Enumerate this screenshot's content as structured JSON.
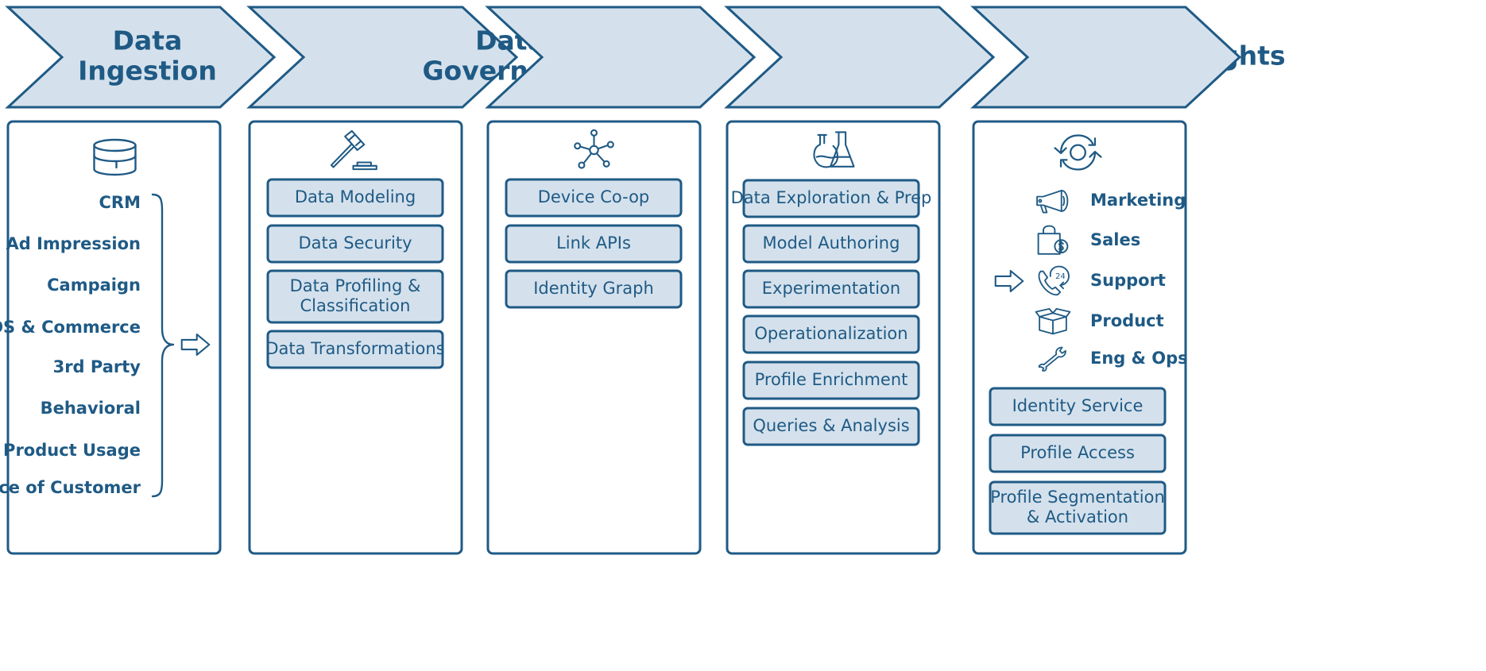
{
  "stages": [
    {
      "id": "ingestion",
      "title_lines": [
        "Data",
        "Ingestion"
      ],
      "icon": "database-icon",
      "sources": [
        "CRM",
        "Ad Impression",
        "Campaign",
        "POS & Commerce",
        "3rd Party",
        "Behavioral",
        "Product Usage",
        "Voice of Customer"
      ]
    },
    {
      "id": "governance",
      "title_lines": [
        "Data",
        "Governance"
      ],
      "icon": "gavel-icon",
      "items": [
        [
          "Data Modeling"
        ],
        [
          "Data Security"
        ],
        [
          "Data Profiling &",
          "Classification"
        ],
        [
          "Data Transformations"
        ]
      ]
    },
    {
      "id": "enrichment",
      "title_lines": [
        "Enrichment"
      ],
      "icon": "network-icon",
      "items": [
        [
          "Device Co-op"
        ],
        [
          "Link APIs"
        ],
        [
          "Identity Graph"
        ]
      ]
    },
    {
      "id": "insights",
      "title_lines": [
        "Insights"
      ],
      "icon": "flask-icon",
      "items": [
        [
          "Data Exploration & Prep"
        ],
        [
          "Model Authoring"
        ],
        [
          "Experimentation"
        ],
        [
          "Operationalization"
        ],
        [
          "Profile Enrichment"
        ],
        [
          "Queries & Analysis"
        ]
      ]
    },
    {
      "id": "action",
      "title_lines": [
        "Action"
      ],
      "icon": "sync-icon",
      "destinations": [
        {
          "label": "Marketing",
          "icon": "megaphone-icon"
        },
        {
          "label": "Sales",
          "icon": "shopping-bag-icon"
        },
        {
          "label": "Support",
          "icon": "phone-24-icon"
        },
        {
          "label": "Product",
          "icon": "box-icon"
        },
        {
          "label": "Eng & Ops",
          "icon": "wrench-icon"
        }
      ],
      "items": [
        [
          "Identity Service"
        ],
        [
          "Profile Access"
        ],
        [
          "Profile Segmentation",
          "& Activation"
        ]
      ]
    }
  ],
  "colors": {
    "stroke": "#1f5a85",
    "fill": "#d4e1ec",
    "text": "#1f5a85",
    "background": "#ffffff"
  }
}
